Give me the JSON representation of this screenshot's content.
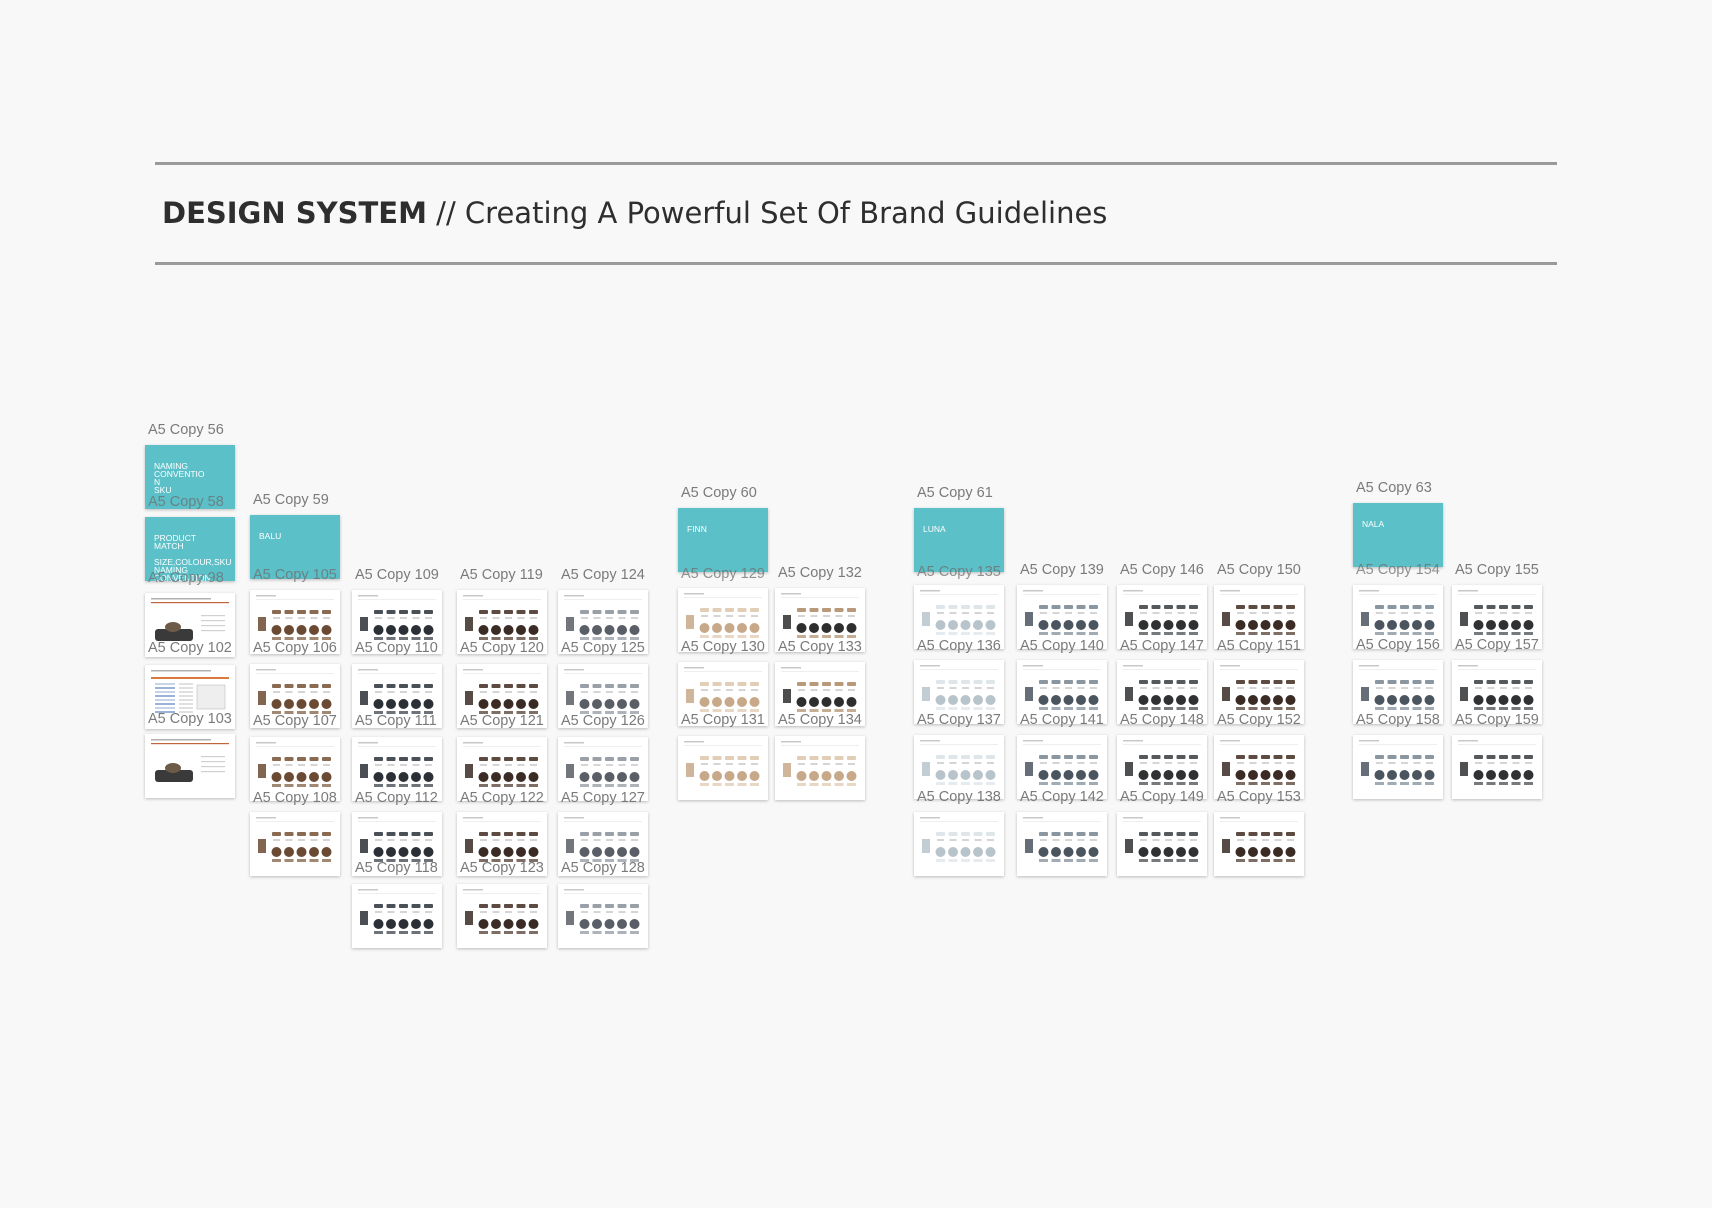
{
  "header": {
    "title_bold": "DESIGN SYSTEM",
    "title_rest": " // Creating A Powerful Set Of Brand Guidelines"
  },
  "colors": {
    "background": "#f8f8f8",
    "cover": "#5bc0c8",
    "rule": "#9a9a9a"
  },
  "artboards": [
    {
      "label": "A5 Copy 56",
      "style": "cover",
      "text": [
        "NAMING",
        "CONVENTIO",
        "N",
        "SKU"
      ]
    },
    {
      "label": "A5 Copy 58",
      "style": "cover",
      "text": [
        "PRODUCT",
        "MATCH",
        "",
        "SIZE,COLOUR,SKU",
        "NAMING",
        "CONVENTION"
      ]
    },
    {
      "label": "A5 Copy 98",
      "style": "product-sheet"
    },
    {
      "label": "A5 Copy 102",
      "style": "spreadsheet"
    },
    {
      "label": "A5 Copy 103",
      "style": "product-sheet"
    },
    {
      "label": "A5 Copy 59",
      "style": "cover",
      "text": [
        "BALU"
      ]
    },
    {
      "label": "A5 Copy 105",
      "style": "grid",
      "tone": "brown"
    },
    {
      "label": "A5 Copy 106",
      "style": "grid",
      "tone": "brown"
    },
    {
      "label": "A5 Copy 107",
      "style": "grid",
      "tone": "brown"
    },
    {
      "label": "A5 Copy 108",
      "style": "grid",
      "tone": "brown"
    },
    {
      "label": "A5 Copy 109",
      "style": "grid",
      "tone": "dark"
    },
    {
      "label": "A5 Copy 110",
      "style": "grid",
      "tone": "dark"
    },
    {
      "label": "A5 Copy 111",
      "style": "grid",
      "tone": "dark"
    },
    {
      "label": "A5 Copy 112",
      "style": "grid",
      "tone": "dark"
    },
    {
      "label": "A5 Copy 118",
      "style": "grid",
      "tone": "dark"
    },
    {
      "label": "A5 Copy 119",
      "style": "grid",
      "tone": "darkbrown"
    },
    {
      "label": "A5 Copy 120",
      "style": "grid",
      "tone": "darkbrown"
    },
    {
      "label": "A5 Copy 121",
      "style": "grid",
      "tone": "darkbrown"
    },
    {
      "label": "A5 Copy 122",
      "style": "grid",
      "tone": "darkbrown"
    },
    {
      "label": "A5 Copy 123",
      "style": "grid",
      "tone": "darkbrown"
    },
    {
      "label": "A5 Copy 124",
      "style": "grid",
      "tone": "grey"
    },
    {
      "label": "A5 Copy 125",
      "style": "grid",
      "tone": "grey"
    },
    {
      "label": "A5 Copy 126",
      "style": "grid",
      "tone": "grey"
    },
    {
      "label": "A5 Copy 127",
      "style": "grid",
      "tone": "grey"
    },
    {
      "label": "A5 Copy 128",
      "style": "grid",
      "tone": "grey"
    },
    {
      "label": "A5 Copy 60",
      "style": "cover",
      "text": [
        "FINN"
      ]
    },
    {
      "label": "A5 Copy 129",
      "style": "grid",
      "tone": "beige"
    },
    {
      "label": "A5 Copy 130",
      "style": "grid",
      "tone": "beige"
    },
    {
      "label": "A5 Copy 131",
      "style": "grid",
      "tone": "beige"
    },
    {
      "label": "A5 Copy 132",
      "style": "grid",
      "tone": "mixed"
    },
    {
      "label": "A5 Copy 133",
      "style": "grid",
      "tone": "mixed"
    },
    {
      "label": "A5 Copy 134",
      "style": "grid",
      "tone": "beige"
    },
    {
      "label": "A5 Copy 61",
      "style": "cover",
      "text": [
        "LUNA"
      ]
    },
    {
      "label": "A5 Copy 135",
      "style": "grid",
      "tone": "light"
    },
    {
      "label": "A5 Copy 136",
      "style": "grid",
      "tone": "light"
    },
    {
      "label": "A5 Copy 137",
      "style": "grid",
      "tone": "light"
    },
    {
      "label": "A5 Copy 138",
      "style": "grid",
      "tone": "light"
    },
    {
      "label": "A5 Copy 139",
      "style": "grid",
      "tone": "slate"
    },
    {
      "label": "A5 Copy 140",
      "style": "grid",
      "tone": "slate"
    },
    {
      "label": "A5 Copy 141",
      "style": "grid",
      "tone": "slate"
    },
    {
      "label": "A5 Copy 142",
      "style": "grid",
      "tone": "slate"
    },
    {
      "label": "A5 Copy 146",
      "style": "grid",
      "tone": "charcoal"
    },
    {
      "label": "A5 Copy 147",
      "style": "grid",
      "tone": "charcoal"
    },
    {
      "label": "A5 Copy 148",
      "style": "grid",
      "tone": "charcoal"
    },
    {
      "label": "A5 Copy 149",
      "style": "grid",
      "tone": "charcoal"
    },
    {
      "label": "A5 Copy 150",
      "style": "grid",
      "tone": "darkbrown"
    },
    {
      "label": "A5 Copy 151",
      "style": "grid",
      "tone": "darkbrown"
    },
    {
      "label": "A5 Copy 152",
      "style": "grid",
      "tone": "darkbrown"
    },
    {
      "label": "A5 Copy 153",
      "style": "grid",
      "tone": "darkbrown"
    },
    {
      "label": "A5 Copy 63",
      "style": "cover",
      "text": [
        "NALA"
      ]
    },
    {
      "label": "A5 Copy 154",
      "style": "grid",
      "tone": "slate"
    },
    {
      "label": "A5 Copy 156",
      "style": "grid",
      "tone": "slate"
    },
    {
      "label": "A5 Copy 158",
      "style": "grid",
      "tone": "slate"
    },
    {
      "label": "A5 Copy 155",
      "style": "grid",
      "tone": "charcoal"
    },
    {
      "label": "A5 Copy 157",
      "style": "grid",
      "tone": "charcoal"
    },
    {
      "label": "A5 Copy 159",
      "style": "grid",
      "tone": "charcoal"
    }
  ]
}
